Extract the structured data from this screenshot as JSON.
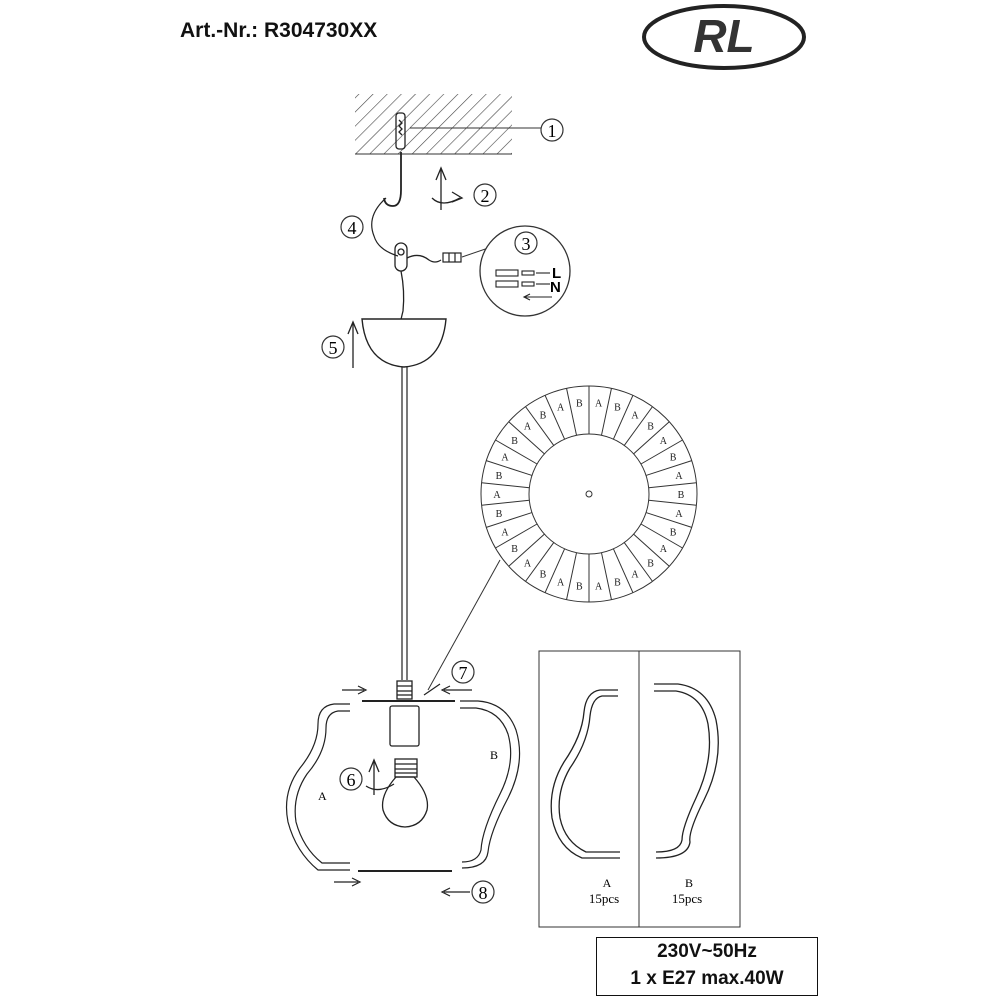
{
  "header": {
    "article_number": "Art.-Nr.: R304730XX",
    "logo_text": "RL"
  },
  "callouts": [
    "1",
    "2",
    "3",
    "4",
    "5",
    "6",
    "7",
    "8"
  ],
  "wiring": {
    "live": "L",
    "neutral": "N"
  },
  "parts": {
    "a": {
      "letter": "A",
      "qty": "15pcs"
    },
    "b": {
      "letter": "B",
      "qty": "15pcs"
    }
  },
  "spec": {
    "voltage": "230V~50Hz",
    "bulb": "1 x E27 max.40W"
  }
}
